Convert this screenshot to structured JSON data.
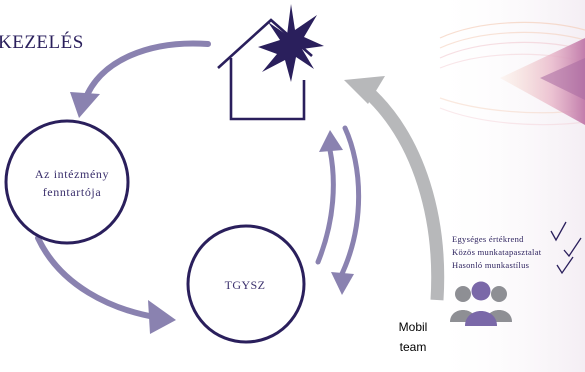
{
  "title": "KEZELÉS",
  "nodes": {
    "fenntarto": {
      "line1": "Az intézmény",
      "line2": "fenntartója"
    },
    "tgysz": {
      "label": "TGYSZ"
    }
  },
  "features": [
    "Egységes értékrend",
    "Közös munkatapasztalat",
    "Hasonló munkastílus"
  ],
  "mobile_team": {
    "line1": "Mobil",
    "line2": "team"
  },
  "colors": {
    "dark_purple": "#2a1f5c",
    "arrow_purple": "#8a82b0",
    "arrow_gray": "#b7b8ba",
    "people_gray": "#8e8f94",
    "people_purple": "#7a68a8"
  },
  "icons": [
    "house-icon",
    "explosion-icon",
    "people-icon",
    "check-icon"
  ]
}
